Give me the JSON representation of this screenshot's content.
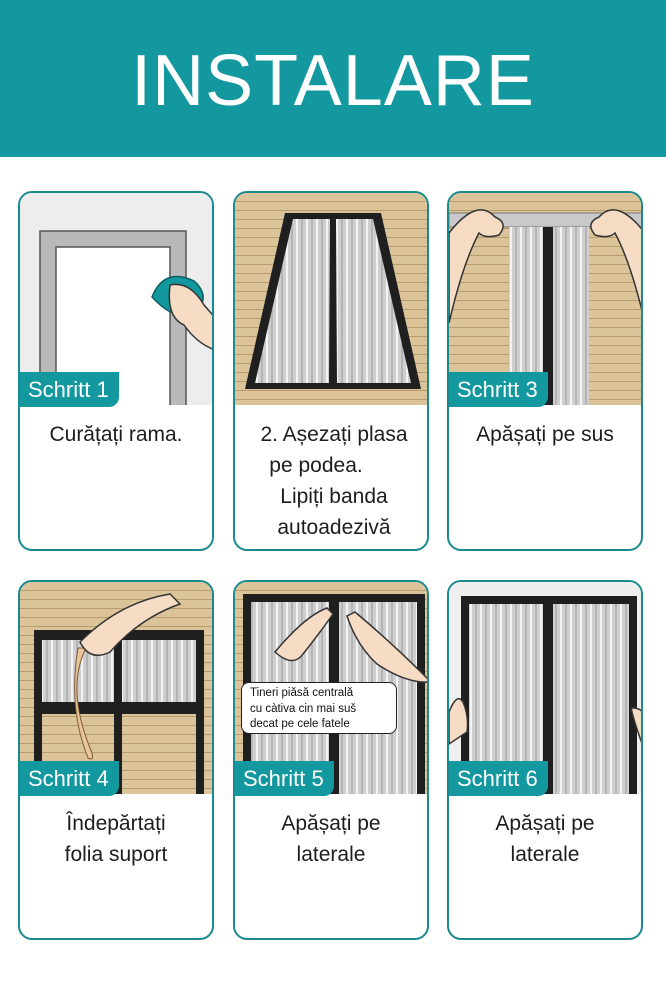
{
  "title": "INSTALARE",
  "colors": {
    "accent": "#13989f",
    "border": "#1a8a8e",
    "wood": "#dcc49a",
    "frame": "#222222",
    "mesh": "#c9c9c9"
  },
  "steps": [
    {
      "label": "Schritt 1",
      "caption": [
        "Curățați rama."
      ]
    },
    {
      "label": "",
      "caption": [
        "2. Așezați plasa",
        "pe podea.",
        "Lipiți banda",
        "autoadezivă"
      ]
    },
    {
      "label": "Schritt 3",
      "caption": [
        "Apășați pe sus"
      ]
    },
    {
      "label": "Schritt 4",
      "caption": [
        "Îndepărtați",
        "folia suport"
      ]
    },
    {
      "label": "Schritt 5",
      "caption": [
        "Apășați pe",
        "laterale"
      ],
      "note": [
        "Tineri piăsă centrală",
        "cu càtiva cin mai suš",
        "decat pe cele fatele"
      ]
    },
    {
      "label": "Schritt 6",
      "caption": [
        "Apășați pe",
        "laterale"
      ]
    }
  ]
}
